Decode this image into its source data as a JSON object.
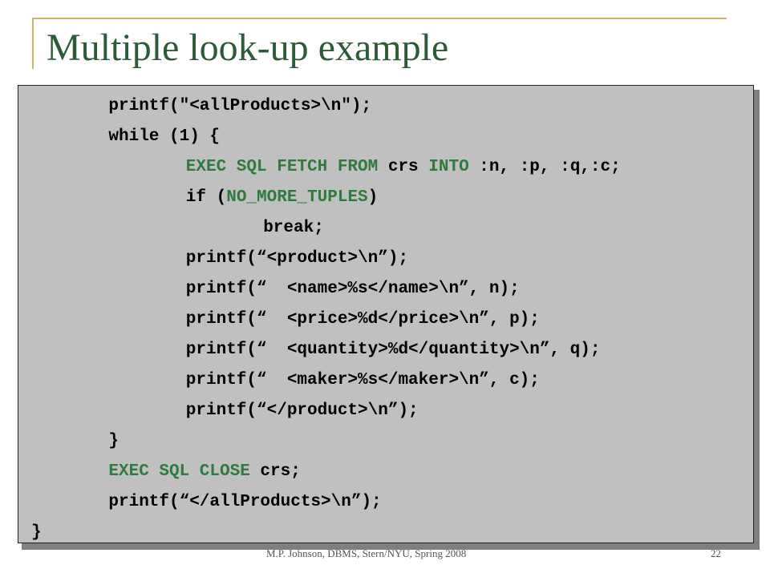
{
  "slide": {
    "title": "Multiple look-up example",
    "footer_left": "M.P. Johnson, DBMS, Stern/NYU, Spring 2008",
    "page_number": "22"
  },
  "colors": {
    "title": "#2d5b37",
    "frame": "#c9b766",
    "code_bg": "#c0c0c0",
    "keyword": "#2e7b3d",
    "code_text": "#000000"
  },
  "code_lines": [
    {
      "indent": 4,
      "segments": [
        {
          "text": "printf(\"<allProducts>\\n\");"
        }
      ]
    },
    {
      "indent": 4,
      "segments": [
        {
          "text": "while (1) {"
        }
      ]
    },
    {
      "indent": 8,
      "segments": [
        {
          "text": "EXEC SQL FETCH FROM",
          "kw": true
        },
        {
          "text": " crs "
        },
        {
          "text": "INTO",
          "kw": true
        },
        {
          "text": " :n, :p, :q,:c;"
        }
      ]
    },
    {
      "indent": 8,
      "segments": [
        {
          "text": "if ("
        },
        {
          "text": "NO_MORE_TUPLES",
          "kw": true
        },
        {
          "text": ")"
        }
      ]
    },
    {
      "indent": 12,
      "segments": [
        {
          "text": "break;"
        }
      ]
    },
    {
      "indent": 8,
      "segments": [
        {
          "text": "printf(“<product>\\n”);"
        }
      ]
    },
    {
      "indent": 8,
      "segments": [
        {
          "text": "printf(“  <name>%s</name>\\n”, n);"
        }
      ]
    },
    {
      "indent": 8,
      "segments": [
        {
          "text": "printf(“  <price>%d</price>\\n”, p);"
        }
      ]
    },
    {
      "indent": 8,
      "segments": [
        {
          "text": "printf(“  <quantity>%d</quantity>\\n”, q);"
        }
      ]
    },
    {
      "indent": 8,
      "segments": [
        {
          "text": "printf(“  <maker>%s</maker>\\n”, c);"
        }
      ]
    },
    {
      "indent": 8,
      "segments": [
        {
          "text": "printf(“</product>\\n”);"
        }
      ]
    },
    {
      "indent": 4,
      "segments": [
        {
          "text": "}"
        }
      ]
    },
    {
      "indent": 4,
      "segments": [
        {
          "text": "EXEC SQL CLOSE",
          "kw": true
        },
        {
          "text": " crs;"
        }
      ]
    },
    {
      "indent": 4,
      "segments": [
        {
          "text": "printf(“</allProducts>\\n”);"
        }
      ]
    },
    {
      "indent": 0,
      "segments": [
        {
          "text": "}"
        }
      ]
    }
  ]
}
